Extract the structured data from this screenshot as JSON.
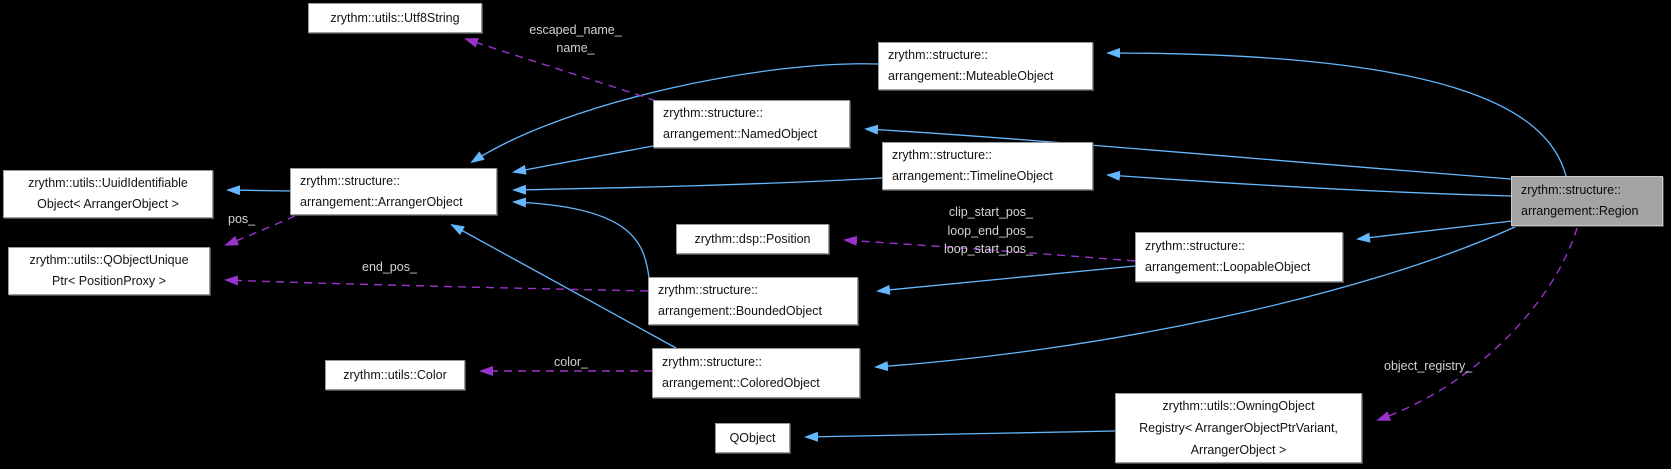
{
  "diagram": {
    "kind": "class-collaboration-graph",
    "focus_node": "zrythm::structure::arrangement::Region"
  },
  "colors": {
    "background": "#000000",
    "node_fill": "#ffffff",
    "node_border": "#9a9a9a",
    "node_text": "#121212",
    "focus_node_fill": "#a4a4a4",
    "inheritance_edge": "#63b8ff",
    "usage_edge": "#9a32cd",
    "edge_label_text": "#d3d3d3"
  },
  "nodes": {
    "utf8string": {
      "lines": [
        "zrythm::utils::Utf8String"
      ]
    },
    "muteable_object": {
      "lines": [
        "zrythm::structure::",
        "arrangement::MuteableObject"
      ]
    },
    "named_object": {
      "lines": [
        "zrythm::structure::",
        "arrangement::NamedObject"
      ]
    },
    "timeline_object": {
      "lines": [
        "zrythm::structure::",
        "arrangement::TimelineObject"
      ]
    },
    "uuid_identifiable": {
      "lines": [
        "zrythm::utils::UuidIdentifiable",
        "Object< ArrangerObject >"
      ]
    },
    "arranger_object": {
      "lines": [
        "zrythm::structure::",
        "arrangement::ArrangerObject"
      ]
    },
    "region": {
      "lines": [
        "zrythm::structure::",
        "arrangement::Region"
      ]
    },
    "position": {
      "lines": [
        "zrythm::dsp::Position"
      ]
    },
    "loopable_object": {
      "lines": [
        "zrythm::structure::",
        "arrangement::LoopableObject"
      ]
    },
    "qobject_unique_ptr": {
      "lines": [
        "zrythm::utils::QObjectUnique",
        "Ptr< PositionProxy >"
      ]
    },
    "bounded_object": {
      "lines": [
        "zrythm::structure::",
        "arrangement::BoundedObject"
      ]
    },
    "color": {
      "lines": [
        "zrythm::utils::Color"
      ]
    },
    "colored_object": {
      "lines": [
        "zrythm::structure::",
        "arrangement::ColoredObject"
      ]
    },
    "owning_object_registry": {
      "lines": [
        "zrythm::utils::OwningObject",
        "Registry< ArrangerObjectPtrVariant,",
        "ArrangerObject >"
      ]
    },
    "qobject": {
      "lines": [
        "QObject"
      ]
    }
  },
  "edge_labels": {
    "name_fields": {
      "line1": "escaped_name_",
      "line2": "name_"
    },
    "pos": {
      "text": "pos_"
    },
    "end_pos": {
      "text": "end_pos_"
    },
    "loop_fields": {
      "line1": "clip_start_pos_",
      "line2": "loop_end_pos_",
      "line3": "loop_start_pos_"
    },
    "color": {
      "text": "color_"
    },
    "object_registry": {
      "text": "object_registry_"
    }
  },
  "edges": [
    {
      "from": "arranger_object",
      "to": "uuid_identifiable",
      "style": "inheritance"
    },
    {
      "from": "muteable_object",
      "to": "arranger_object",
      "style": "inheritance"
    },
    {
      "from": "named_object",
      "to": "arranger_object",
      "style": "inheritance"
    },
    {
      "from": "timeline_object",
      "to": "arranger_object",
      "style": "inheritance"
    },
    {
      "from": "bounded_object",
      "to": "arranger_object",
      "style": "inheritance"
    },
    {
      "from": "colored_object",
      "to": "arranger_object",
      "style": "inheritance"
    },
    {
      "from": "loopable_object",
      "to": "bounded_object",
      "style": "inheritance"
    },
    {
      "from": "region",
      "to": "muteable_object",
      "style": "inheritance"
    },
    {
      "from": "region",
      "to": "named_object",
      "style": "inheritance"
    },
    {
      "from": "region",
      "to": "timeline_object",
      "style": "inheritance"
    },
    {
      "from": "region",
      "to": "loopable_object",
      "style": "inheritance"
    },
    {
      "from": "region",
      "to": "colored_object",
      "style": "inheritance"
    },
    {
      "from": "owning_object_registry",
      "to": "qobject",
      "style": "inheritance"
    },
    {
      "from": "named_object",
      "to": "utf8string",
      "style": "usage",
      "label": "escaped_name_ name_"
    },
    {
      "from": "arranger_object",
      "to": "qobject_unique_ptr",
      "style": "usage",
      "label": "pos_"
    },
    {
      "from": "bounded_object",
      "to": "qobject_unique_ptr",
      "style": "usage",
      "label": "end_pos_"
    },
    {
      "from": "loopable_object",
      "to": "position",
      "style": "usage",
      "label": "clip_start_pos_ loop_end_pos_ loop_start_pos_"
    },
    {
      "from": "colored_object",
      "to": "color",
      "style": "usage",
      "label": "color_"
    },
    {
      "from": "region",
      "to": "owning_object_registry",
      "style": "usage",
      "label": "object_registry_"
    }
  ]
}
